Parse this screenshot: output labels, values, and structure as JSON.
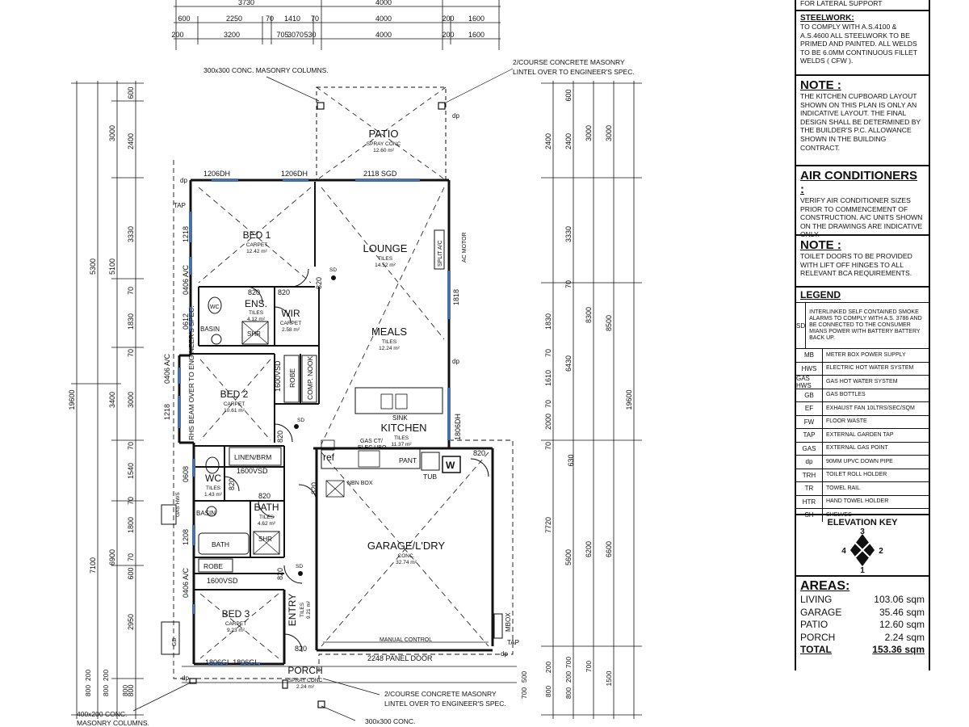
{
  "notes": {
    "lateral_tail": "FOR LATERAL SUPPORT",
    "steelwork_title": "STEELWORK:",
    "steelwork_text": "TO COMPLY WITH A.S.4100 & A.S.4600 ALL STEELWORK TO BE PRIMED AND PAINTED. ALL WELDS TO BE 6.0mm CONTINUOUS FILLET WELDS ( CFW ).",
    "note1_title": "NOTE :",
    "note1_text": "THE KITCHEN CUPBOARD LAYOUT SHOWN ON THIS PLAN IS ONLY AN INDICATIVE LAYOUT. THE FINAL DESIGN SHALL BE DETERMINED BY THE BUILDER'S P.C. ALLOWANCE SHOWN IN THE BUILDING CONTRACT.",
    "ac_title": "AIR CONDITIONERS :",
    "ac_text": "VERIFY AIR CONDITIONER SIZES PRIOR TO COMMENCEMENT OF CONSTRUCTION. A/C UNITS SHOWN ON THE DRAWINGS ARE INDICATIVE ONLY.",
    "note2_title": "NOTE :",
    "note2_text": "TOILET DOORS TO BE PROVIDED WITH LIFT OFF HINGES TO ALL RELEVANT BCA REQUIREMENTS."
  },
  "legend": {
    "title": "LEGEND",
    "items": [
      {
        "icon": "SD",
        "text": "INTERLINKED SELF CONTAINED SMOKE ALARMS TO COMPLY WITH A.S. 3786 AND BE CONNECTED TO THE CONSUMER MIANS POWER WITH BATTERY BATTERY BACK UP."
      },
      {
        "icon": "MB",
        "text": "METER BOX POWER SUPPLY"
      },
      {
        "icon": "HWS",
        "text": "ELECTRIC HOT WATER SYSTEM"
      },
      {
        "icon": "GAS HWS",
        "text": "GAS HOT WATER SYSTEM"
      },
      {
        "icon": "GB",
        "text": "GAS BOTTLES"
      },
      {
        "icon": "EF",
        "text": "EXHAUST FAN 10Ltrs/sec/sqm"
      },
      {
        "icon": "FW",
        "text": "FLOOR WASTE"
      },
      {
        "icon": "TAP",
        "text": "EXTERNAL GARDEN TAP"
      },
      {
        "icon": "GAS",
        "text": "EXTERNAL GAS POINT"
      },
      {
        "icon": "dp",
        "text": "90mm UPVC DOWN PIPE"
      },
      {
        "icon": "TRH",
        "text": "TOILET ROLL HOLDER"
      },
      {
        "icon": "TR",
        "text": "TOWEL RAIL"
      },
      {
        "icon": "HTR",
        "text": "HAND TOWEL HOLDER"
      },
      {
        "icon": "SH",
        "text": "SHELVES"
      }
    ]
  },
  "elevation_key": {
    "title": "ELEVATION KEY",
    "n1": "1",
    "n2": "2",
    "n3": "3",
    "n4": "4"
  },
  "areas": {
    "title": "AREAS:",
    "rows": [
      {
        "label": "LIVING",
        "value": "103.06 sqm"
      },
      {
        "label": "GARAGE",
        "value": "35.46 sqm"
      },
      {
        "label": "PATIO",
        "value": "12.60 sqm"
      },
      {
        "label": "PORCH",
        "value": "2.24 sqm"
      }
    ],
    "total_label": "TOTAL",
    "total_value": "153.36 sqm"
  },
  "rooms": {
    "patio": {
      "name": "PATIO",
      "finish": "SPRAY CONC",
      "area": "12.60 m²"
    },
    "bed1": {
      "name": "BED 1",
      "finish": "CARPET",
      "area": "12.42 m²"
    },
    "lounge": {
      "name": "LOUNGE",
      "finish": "TILES",
      "area": "14.52 m²"
    },
    "ens": {
      "name": "ENS.",
      "finish": "TILES",
      "area": "4.12 m²"
    },
    "wir": {
      "name": "WIR",
      "finish": "CARPET",
      "area": "2.58 m²"
    },
    "meals": {
      "name": "MEALS",
      "finish": "TILES",
      "area": "12.24 m²"
    },
    "bed2": {
      "name": "BED 2",
      "finish": "CARPET",
      "area": "10.61 m²"
    },
    "kitchen": {
      "name": "KITCHEN",
      "finish": "TILES",
      "area": "11.37 m²"
    },
    "wc": {
      "name": "WC",
      "finish": "TILES",
      "area": "1.43 m²"
    },
    "bath": {
      "name": "BATH",
      "finish": "TILES",
      "area": "4.62 m²"
    },
    "garage": {
      "name": "GARAGE/L'DRY",
      "finish": "CONC.",
      "area": "32.74 m²"
    },
    "bed3": {
      "name": "BED 3",
      "finish": "CARPET",
      "area": "9.23 m²"
    },
    "entry": {
      "name": "ENTRY",
      "finish": "TILES",
      "area": "9.21 m²"
    },
    "porch": {
      "name": "PORCH",
      "finish": "SPRAY CONC",
      "area": "2.24 m²"
    }
  },
  "labels": {
    "masonry_cols_top": "300x300 CONC. MASONRY COLUMNS.",
    "lintel_top_1": "2/COURSE CONCRETE MASONRY",
    "lintel_top_2": "LINTEL OVER TO ENGINEER'S SPEC.",
    "lintel_bot_1": "2/COURSE CONCRETE MASONRY",
    "lintel_bot_2": "LINTEL OVER TO ENGINEER'S SPEC.",
    "cols_bot_1": "400x200 CONC.",
    "cols_bot_2": "MASONRY COLUMNS.",
    "cols_bot_3": "300x300 CONC.",
    "panel_door": "2248 PANEL DOOR",
    "manual_control": "MANUAL CONTROL",
    "rhs_beam": "RHS BEAM OVER TO ENGINEER'S SPEC.",
    "w_1206dh_a": "1206DH",
    "w_1206dh_b": "1206DH",
    "w_2118sgd": "2118 SGD",
    "w_1806gl": "1806GL 1806GL",
    "w_1806dh": "1806DH",
    "w_1818": "1818",
    "d_1600vsd_a": "1600VSD",
    "d_1600vsd_b": "1600VSD",
    "d_1600vsd_c": "1600VSD",
    "linen": "LINEN/BRM",
    "robe_a": "ROBE",
    "robe_b": "ROBE",
    "comp_nook": "COMP. NOOK",
    "split_ac": "SPLIT A/C",
    "ac_motor": "AC MOTOR",
    "sink": "SINK",
    "gas_ct": "GAS CT/",
    "elec_ubo": "ELEC.UBO",
    "ref": "ref",
    "pant": "PANT",
    "tub": "TUB",
    "nbn": "NBN BOX",
    "mbox": "MBOX",
    "tap": "TAP",
    "dp": "dp",
    "sd": "SD",
    "d820": "820",
    "basin": "BASIN",
    "wc_sym": "WC",
    "shr": "SHR",
    "bath_fixture": "BATH",
    "gas_hws": "GAS HWS",
    "gb": "GB",
    "ac0406": "0406 A/C",
    "w1218": "1218",
    "w0612": "0612",
    "w0608": "0608",
    "w1208": "1208"
  },
  "dims": {
    "top_rows": [
      [
        "3730",
        "4000"
      ],
      [
        "600",
        "2250",
        "70",
        "1410",
        "70",
        "4000",
        "200",
        "1600"
      ],
      [
        "200",
        "3200",
        "705",
        "3070",
        "530",
        "4000",
        "200",
        "1600"
      ]
    ],
    "left_outer": "19600",
    "left_2": [
      "5300",
      "7100"
    ],
    "left_3": [
      "3000",
      "5100",
      "3400",
      "6900"
    ],
    "left_4": [
      "600",
      "2400",
      "3330",
      "70",
      "1830",
      "70",
      "3000",
      "70",
      "1540",
      "70",
      "1800",
      "70",
      "600",
      "2950",
      "800"
    ],
    "right_outer": "19600",
    "right_2": [
      "3000",
      "8500",
      "6600"
    ],
    "right_3": [
      "3000",
      "8300",
      "6200"
    ],
    "right_4": [
      "600",
      "2400",
      "3330",
      "70",
      "6430",
      "5600"
    ],
    "right_5": [
      "2400",
      "1830",
      "70",
      "1610",
      "70",
      "2000",
      "70",
      "630",
      "7720"
    ],
    "bottom": [
      "800",
      "200",
      "800",
      "200",
      "800",
      "500",
      "700",
      "200",
      "800",
      "700",
      "200",
      "800",
      "700",
      "1500"
    ]
  }
}
